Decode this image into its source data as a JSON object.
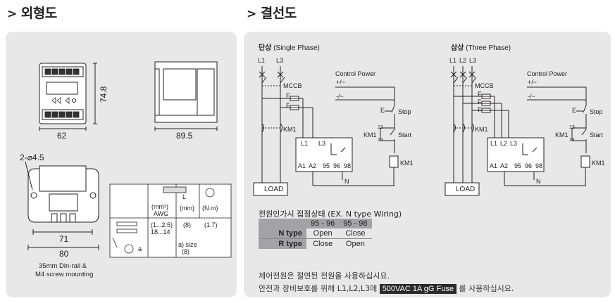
{
  "left": {
    "title": "외형도",
    "title_arrow": ">",
    "dims": {
      "width_front": "62",
      "height_front": "74.8",
      "depth_side": "89.5",
      "hole": "2-⌀4.5",
      "mount_inner": "71",
      "mount_outer": "80"
    },
    "mount_note_1": "35mm Din-rail &",
    "mount_note_2": "M4 screw mounting",
    "spec": {
      "col_awg": "(mm²)",
      "col_awg2": "AWG",
      "col_l": "L",
      "col_mm": "(mm)",
      "col_nm": "(N.m)",
      "awg_val": "(1...2.5)",
      "awg_val2": "18...14",
      "mm_val": "(8)",
      "nm_val": "(1.7)",
      "size_label": "a) size",
      "size_val": "(8)",
      "a_label": "a"
    }
  },
  "right": {
    "title": "결선도",
    "title_arrow": ">",
    "single": {
      "title_ko": "단상",
      "title_en": "(Single Phase)",
      "l1": "L1",
      "l3": "L3"
    },
    "three": {
      "title_ko": "삼상",
      "title_en": "(Three Phase)",
      "l1": "L1",
      "l2": "L2",
      "l3": "L3"
    },
    "labels": {
      "mccb": "MCCB",
      "control_power": "Control Power",
      "plus": "+/~",
      "minus": "-/~",
      "stop": "Stop",
      "start": "Start",
      "km1": "KM1",
      "n13": "13",
      "n14": "14",
      "f": "F",
      "e": "E",
      "load": "LOAD",
      "a1": "A1",
      "a2": "A2",
      "t95": "95",
      "t96": "96",
      "t98": "98",
      "n": "N",
      "l1": "L1",
      "l2": "L2",
      "l3": "L3"
    },
    "state_table": {
      "caption": "전원인가시 접점상태 (EX. N type Wiring)",
      "headers": [
        "95 - 96",
        "95 - 98"
      ],
      "rows": [
        {
          "type": "N type",
          "c1": "Open",
          "c2": "Close"
        },
        {
          "type": "R type",
          "c1": "Close",
          "c2": "Open"
        }
      ]
    },
    "note1": "제어전원은 절연된 전원을 사용하십시요.",
    "note2_a": "안전과 장비보호를 위해 L1,L2,L3에",
    "note2_fuse": "500VAC 1A gG Fuse",
    "note2_b": "를 사용하십시요."
  },
  "colors": {
    "panel_bg": "#e8e8e9",
    "table_header": "#a3a3a6",
    "fuse_bg": "#2b2b2b",
    "line": "#231f20"
  }
}
